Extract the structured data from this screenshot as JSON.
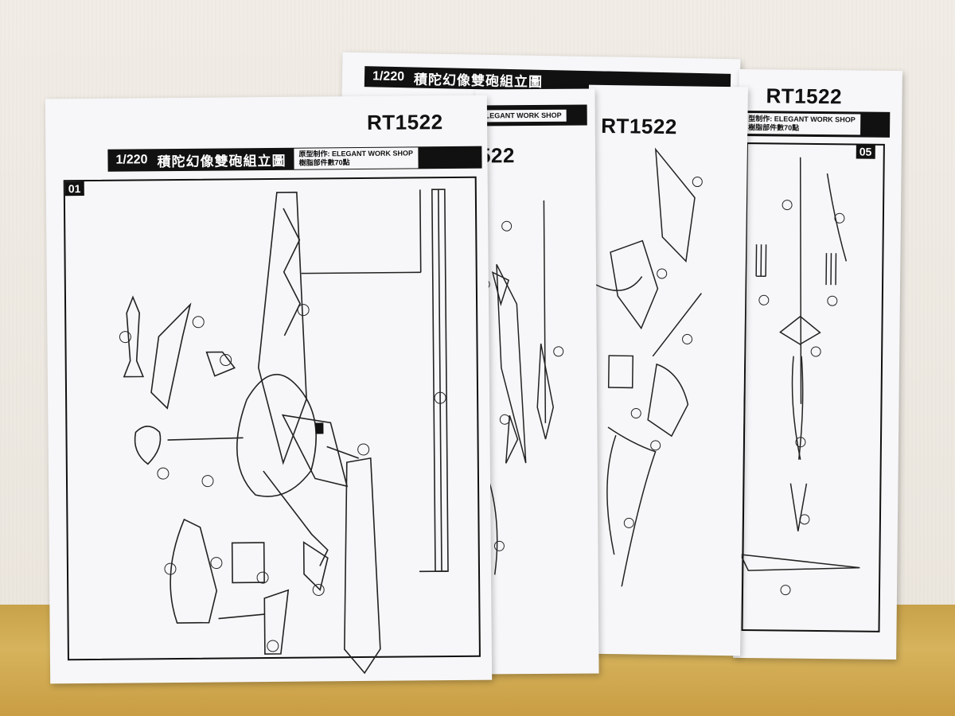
{
  "photo": {
    "description_colors": {
      "wall": "#efebe4",
      "table": "#c99d43",
      "paper": "#f7f7f9",
      "ink": "#111111"
    }
  },
  "sheets": [
    {
      "code": "RT1522",
      "scale": "1/220",
      "title_cn": "積陀幻像雙砲組立圖",
      "meta_line1": "原型制作: ELEGANT WORK SHOP",
      "meta_line2": "樹脂部件數70點",
      "step": "01"
    },
    {
      "code": "522",
      "meta_line1": "ELEGANT WORK SHOP"
    },
    {
      "code": "RT1522"
    },
    {
      "code": "RT1522",
      "meta_line1": "型制作: ELEGANT WORK SHOP",
      "meta_line2": "樹脂部件數70點",
      "step": "05"
    }
  ],
  "back_bar": {
    "scale": "1/220",
    "title_cn": "積陀幻像雙砲組立圖"
  }
}
